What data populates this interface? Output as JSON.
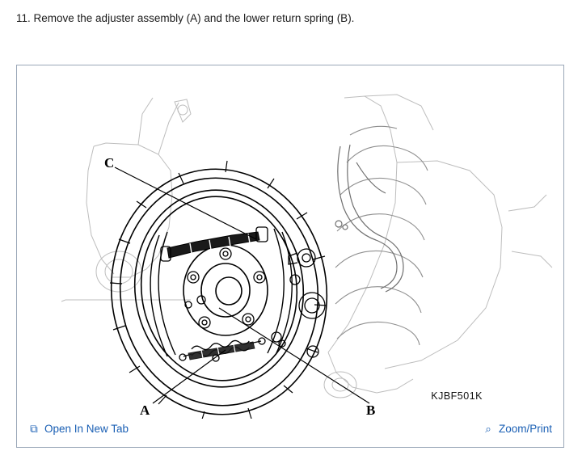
{
  "instruction": {
    "text": "11. Remove the adjuster assembly (A) and the lower return spring (B)."
  },
  "figure": {
    "code": "KJBF501K",
    "callouts": [
      {
        "id": "C",
        "label": "C"
      },
      {
        "id": "A",
        "label": "A"
      },
      {
        "id": "B",
        "label": "B"
      }
    ],
    "alt": "Exploded line drawing of rear brake backing plate assembly with adjuster assembly and lower return spring"
  },
  "footer": {
    "open_in_new_tab": {
      "label": "Open In New Tab",
      "icon": "new-window-icon",
      "icon_glyph": "⧉"
    },
    "zoom_print": {
      "label": "Zoom/Print",
      "icon": "magnifier-icon",
      "icon_glyph": "⌕"
    },
    "link_color": "#1a5fb4"
  },
  "colors": {
    "panel_border": "#9aa7b8",
    "background": "#ffffff",
    "text": "#1a1a1a",
    "drawing_line": "#000000",
    "drawing_light": "#b8b8b8"
  }
}
